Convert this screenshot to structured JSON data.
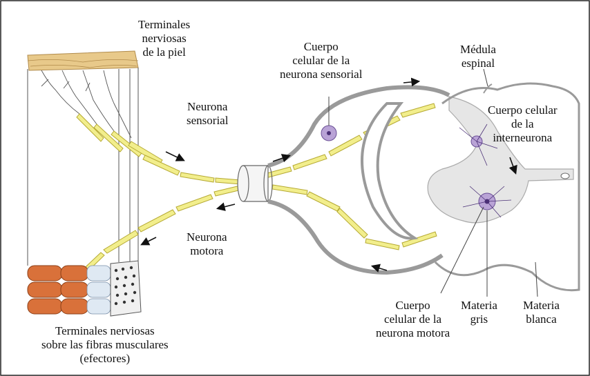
{
  "labels": {
    "skin_terminals": [
      "Terminales",
      "nerviosas",
      "de la piel"
    ],
    "sensory_body": [
      "Cuerpo",
      "celular de la",
      "neurona sensorial"
    ],
    "spinal_cord": [
      "Médula",
      "espinal"
    ],
    "sensory_neuron": [
      "Neurona",
      "sensorial"
    ],
    "interneuron_body": [
      "Cuerpo celular",
      "de la",
      "interneurona"
    ],
    "motor_neuron": [
      "Neurona",
      "motora"
    ],
    "motor_body": [
      "Cuerpo",
      "celular de la",
      "neurona motora"
    ],
    "gray_matter": [
      "Materia",
      "gris"
    ],
    "white_matter": [
      "Materia",
      "blanca"
    ],
    "muscle_terminals": [
      "Terminales nerviosas",
      "sobre las fibras musculares",
      "(efectores)"
    ]
  },
  "colors": {
    "axon_fill": "#f2ee8c",
    "axon_stroke": "#b5a932",
    "skin": "#e8c98a",
    "muscle": "#d9713a",
    "gray_matter": "#e6e6e6",
    "cord_outline": "#9a9a9a",
    "cell_body": "#8a6fb0"
  }
}
